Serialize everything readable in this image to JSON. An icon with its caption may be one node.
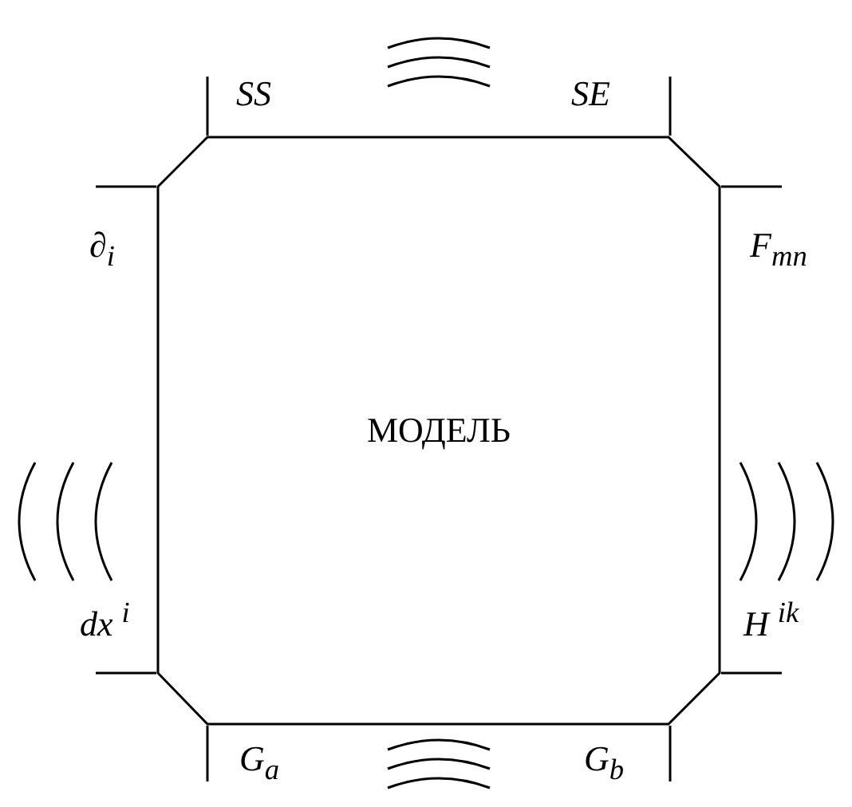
{
  "diagram": {
    "nodes": [
      {
        "text": [
          "МОДЕЛЬ"
        ]
      }
    ],
    "labels": [
      "SS",
      "SE",
      "∂$_{i}$",
      "F$_{mn}$",
      "dx $^{i}$",
      "H $^{ik}$",
      "G$_{a}$",
      "G$_{b}$"
    ]
  }
}
